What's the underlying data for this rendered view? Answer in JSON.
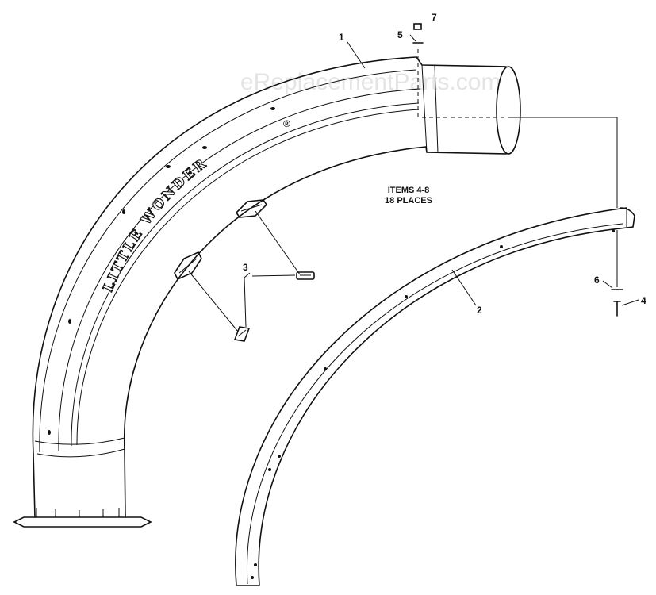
{
  "watermark": "eReplacementParts.com",
  "brand_text": "LITTLE WONDER",
  "brand_mark": "®",
  "note": {
    "line1": "ITEMS 4-8",
    "line2": "18 PLACES"
  },
  "callouts": {
    "c1": "1",
    "c2": "2",
    "c3": "3",
    "c4": "4",
    "c5": "5",
    "c6": "6",
    "c7": "7"
  }
}
